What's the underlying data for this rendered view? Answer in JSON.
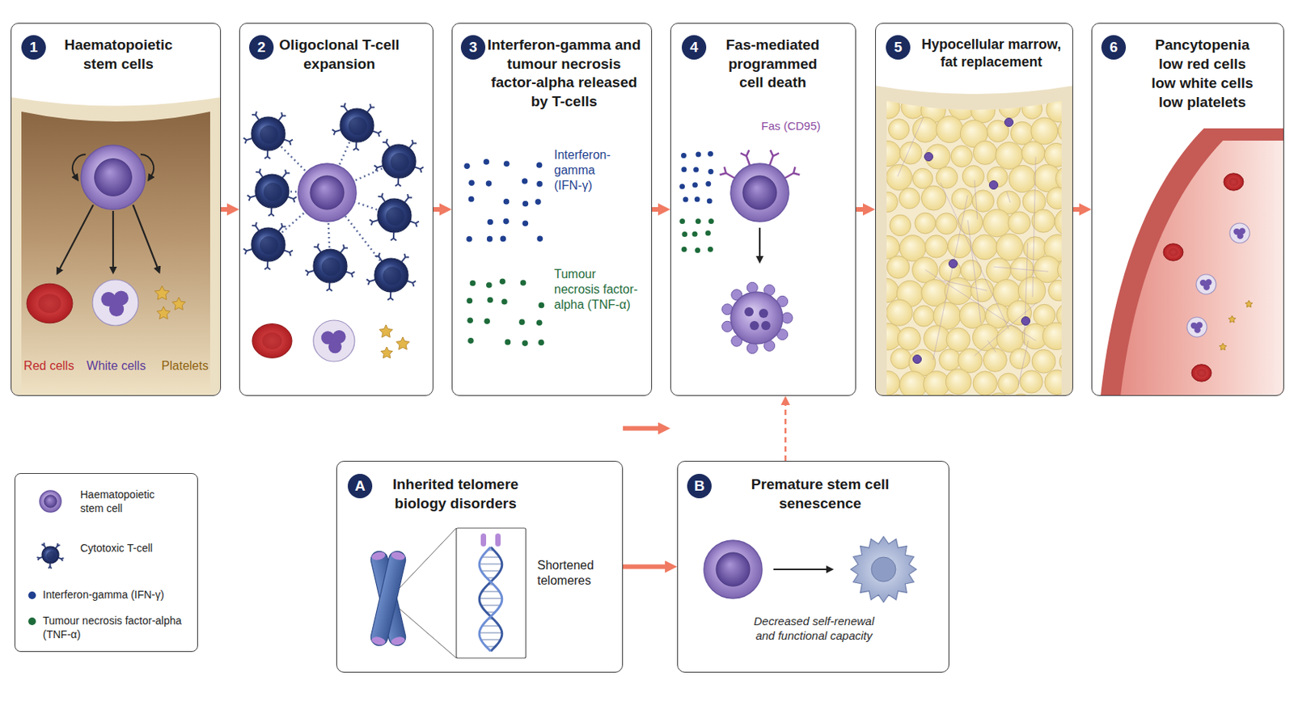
{
  "diagram": {
    "nodes": [
      {
        "text": [
          "1",
          "Haematopoietic stem cells",
          "Red cells",
          "White cells",
          "Platelets"
        ]
      },
      {
        "text": [
          "2",
          "Oligoclonal T-cell expansion"
        ]
      },
      {
        "text": [
          "3",
          "Interferon-gamma and tumour necrosis factor-alpha released by T-cells",
          "Interferon- gamma (IFN-γ)",
          "Tumour necrosis factor- alpha (TNF-α)"
        ]
      },
      {
        "text": [
          "4",
          "Fas-mediated programmed cell death",
          "Fas (CD95)"
        ]
      },
      {
        "text": [
          "5",
          "Hypocellular marrow, fat replacement"
        ]
      },
      {
        "text": [
          "6",
          "Pancytopenia",
          "low red cells",
          "low white cells",
          "low platelets"
        ]
      },
      {
        "text": [
          "A",
          "Inherited telomere biology disorders",
          "Shortened telomeres"
        ]
      },
      {
        "text": [
          "B",
          "Premature stem cell senescence",
          "Decreased self-renewal and functional capacity"
        ]
      }
    ],
    "edges": [
      {
        "from": 0,
        "to": 1,
        "arrow": "to"
      },
      {
        "from": 1,
        "to": 2,
        "arrow": "to"
      },
      {
        "from": 2,
        "to": 3,
        "arrow": "to"
      },
      {
        "from": 3,
        "to": 4,
        "arrow": "to"
      },
      {
        "from": 4,
        "to": 5,
        "arrow": "to"
      },
      {
        "from": 6,
        "to": 7,
        "arrow": "to"
      },
      {
        "from": 6,
        "to": 3,
        "arrow": "to"
      },
      {
        "from": 7,
        "to": 3,
        "arrow": "to"
      }
    ],
    "legend": [
      {
        "text": "Haematopoietic stem cell"
      },
      {
        "text": "Cytotoxic T-cell"
      },
      {
        "text": "Interferon-gamma (IFN-γ)",
        "color": "#1f3f8f"
      },
      {
        "text": "Tumour necrosis factor-alpha (TNF-α)",
        "color": "#1d6b3a"
      }
    ]
  }
}
